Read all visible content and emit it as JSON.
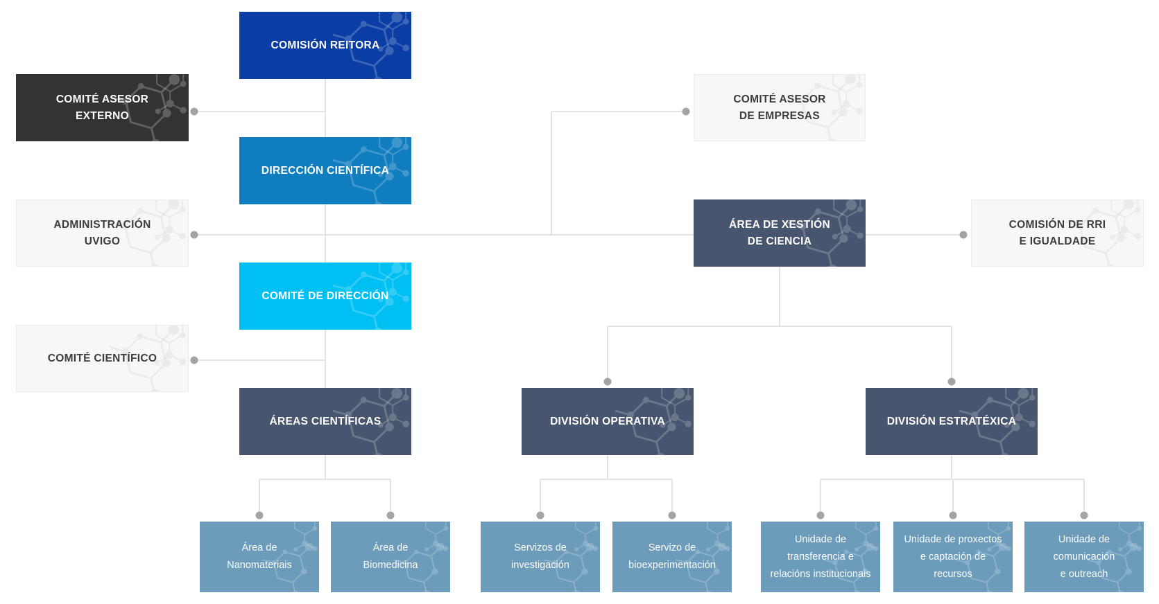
{
  "palette": {
    "navy": "#0A3EA5",
    "blue": "#0F7DBE",
    "cyan": "#00BFF3",
    "slate": "#47556E",
    "steel": "#6C9CBA",
    "charcoal": "#333333",
    "light_bg": "#F7F7F7",
    "light_border": "#EBEBEB",
    "light_text": "#3C3C3C",
    "line": "#E3E3E3",
    "dot": "#A3A3A3"
  },
  "nodes": [
    {
      "id": "comision-reitora",
      "variant": "navy",
      "size": "main",
      "lines": [
        "COMISIÓN REITORA"
      ]
    },
    {
      "id": "comite-asesor-externo",
      "variant": "charcoal",
      "size": "main",
      "lines": [
        "COMITÉ ASESOR",
        "EXTERNO"
      ]
    },
    {
      "id": "direccion-cientifica",
      "variant": "blue",
      "size": "main",
      "lines": [
        "DIRECCIÓN CIENTÍFICA"
      ]
    },
    {
      "id": "administracion-uvigo",
      "variant": "light",
      "size": "main",
      "lines": [
        "ADMINISTRACIÓN",
        "UVIGO"
      ]
    },
    {
      "id": "comite-de-direccion",
      "variant": "cyan",
      "size": "main",
      "lines": [
        "COMITÉ DE DIRECCIÓN"
      ]
    },
    {
      "id": "comite-cientifico",
      "variant": "light",
      "size": "main",
      "lines": [
        "COMITÉ CIENTÍFICO"
      ]
    },
    {
      "id": "areas-cientificas",
      "variant": "slate",
      "size": "main",
      "lines": [
        "ÁREAS CIENTÍFICAS"
      ]
    },
    {
      "id": "comite-asesor-de-empresas",
      "variant": "light",
      "size": "main",
      "lines": [
        "COMITÉ ASESOR",
        "DE EMPRESAS"
      ]
    },
    {
      "id": "area-de-xestion-de-ciencia",
      "variant": "slate",
      "size": "main",
      "lines": [
        "ÁREA DE XESTIÓN",
        "DE CIENCIA"
      ]
    },
    {
      "id": "comision-de-rri-e-igualdade",
      "variant": "light",
      "size": "main",
      "lines": [
        "COMISIÓN DE RRI",
        "E IGUALDADE"
      ]
    },
    {
      "id": "division-operativa",
      "variant": "slate",
      "size": "main",
      "lines": [
        "DIVISIÓN OPERATIVA"
      ]
    },
    {
      "id": "division-estratexica",
      "variant": "slate",
      "size": "main",
      "lines": [
        "DIVISIÓN ESTRATÉXICA"
      ]
    },
    {
      "id": "area-de-nanomateriais",
      "variant": "steel",
      "size": "sm",
      "lines": [
        "Área de",
        "Nanomateriais"
      ]
    },
    {
      "id": "area-de-biomedicina",
      "variant": "steel",
      "size": "sm",
      "lines": [
        "Área de",
        "Biomedicina"
      ]
    },
    {
      "id": "servizos-de-investigacion",
      "variant": "steel",
      "size": "sm",
      "lines": [
        "Servizos de",
        "investigación"
      ]
    },
    {
      "id": "servizo-de-bioexperimentacion",
      "variant": "steel",
      "size": "sm",
      "lines": [
        "Servizo de",
        "bioexperimentación"
      ]
    },
    {
      "id": "unidade-de-transferencia",
      "variant": "steel",
      "size": "sm",
      "lines": [
        "Unidade de",
        "transferencia e",
        "relacións institucionais"
      ]
    },
    {
      "id": "unidade-de-proxectos",
      "variant": "steel",
      "size": "sm",
      "lines": [
        "Unidade de proxectos",
        "e captación de",
        "recursos"
      ]
    },
    {
      "id": "unidade-de-comunicacion",
      "variant": "steel",
      "size": "sm",
      "lines": [
        "Unidade de",
        "comunicación",
        "e outreach"
      ]
    }
  ],
  "edges": [
    {
      "from": "comision-reitora",
      "to": "direccion-cientifica"
    },
    {
      "from": "direccion-cientifica",
      "to": "comite-de-direccion"
    },
    {
      "from": "comite-de-direccion",
      "to": "areas-cientificas"
    },
    {
      "from": "comite-asesor-externo",
      "to": "central-spine"
    },
    {
      "from": "administracion-uvigo",
      "to": "central-spine"
    },
    {
      "from": "comite-cientifico",
      "to": "central-spine"
    },
    {
      "from": "comite-asesor-de-empresas",
      "to": "central-spine"
    },
    {
      "from": "central-spine",
      "to": "area-de-xestion-de-ciencia"
    },
    {
      "from": "area-de-xestion-de-ciencia",
      "to": "comision-de-rri-e-igualdade"
    },
    {
      "from": "area-de-xestion-de-ciencia",
      "to": "division-operativa"
    },
    {
      "from": "area-de-xestion-de-ciencia",
      "to": "division-estratexica"
    },
    {
      "from": "areas-cientificas",
      "to": "area-de-nanomateriais"
    },
    {
      "from": "areas-cientificas",
      "to": "area-de-biomedicina"
    },
    {
      "from": "division-operativa",
      "to": "servizos-de-investigacion"
    },
    {
      "from": "division-operativa",
      "to": "servizo-de-bioexperimentacion"
    },
    {
      "from": "division-estratexica",
      "to": "unidade-de-transferencia"
    },
    {
      "from": "division-estratexica",
      "to": "unidade-de-proxectos"
    },
    {
      "from": "division-estratexica",
      "to": "unidade-de-comunicacion"
    }
  ]
}
